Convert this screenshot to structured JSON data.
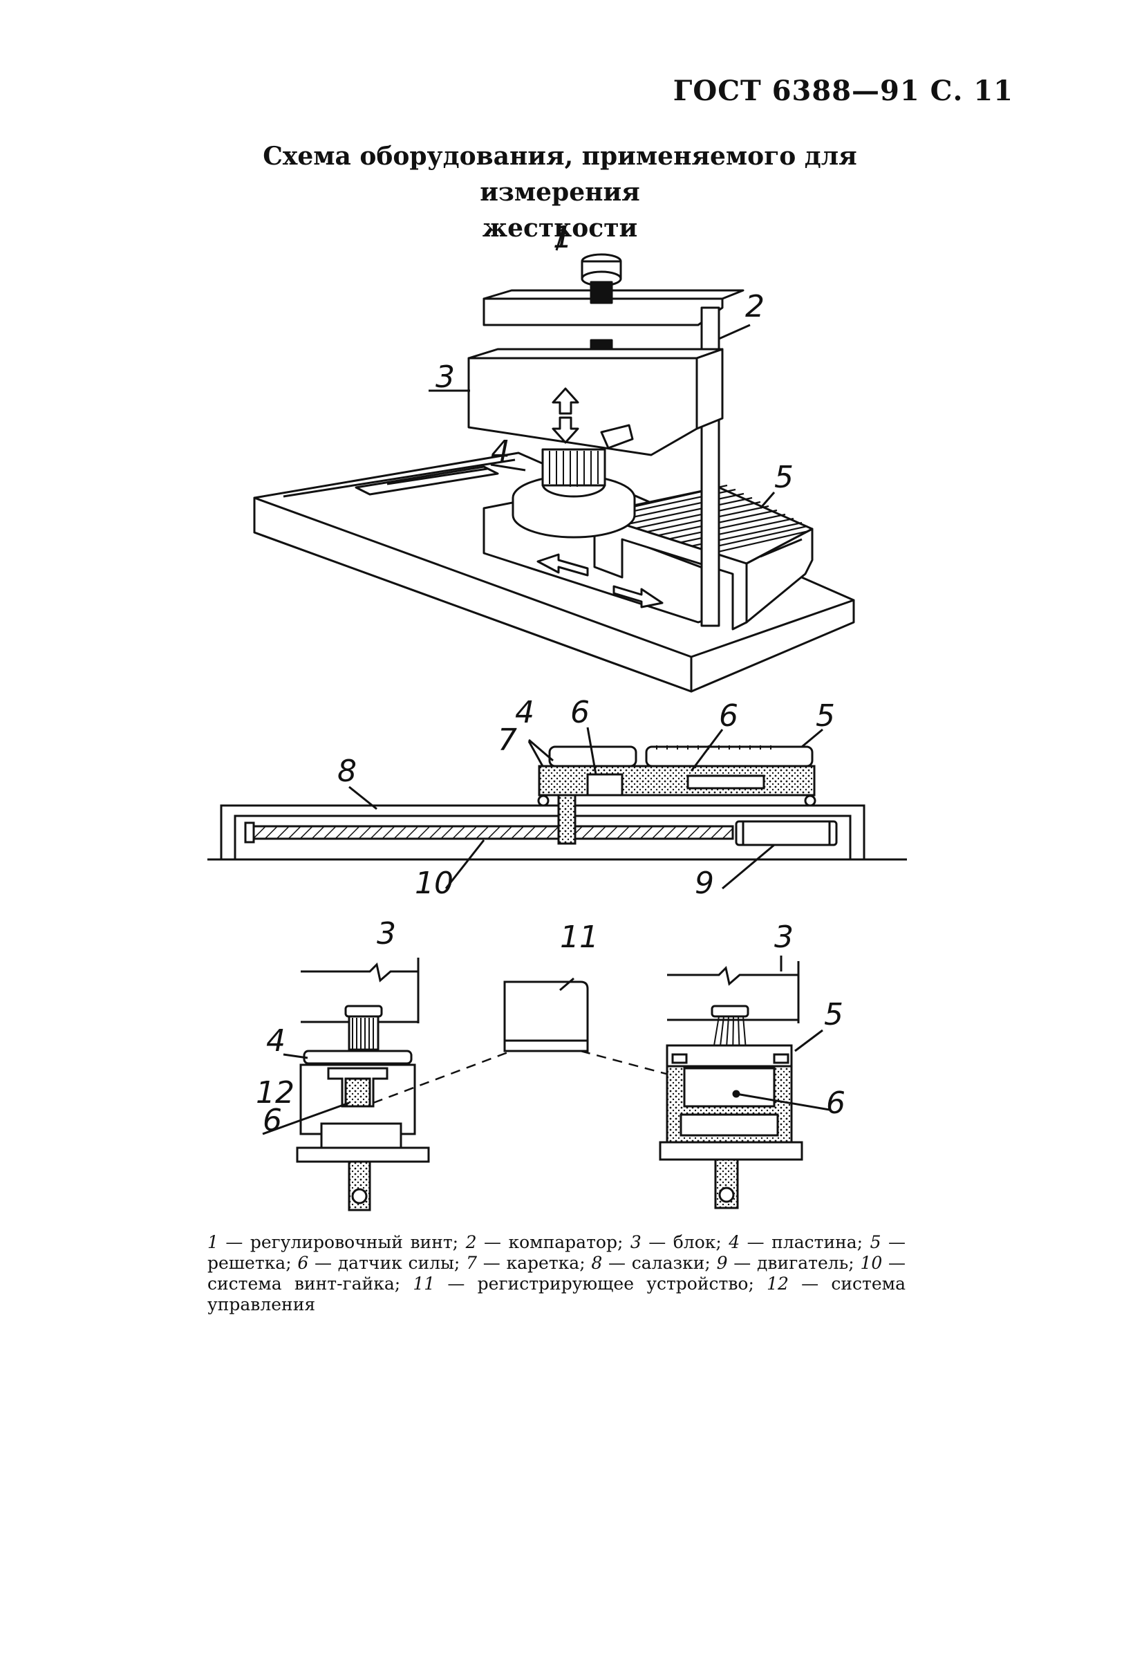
{
  "header": {
    "reference": "ГОСТ 6388—91 С. 11"
  },
  "figure": {
    "title_line1": "Схема оборудования, применяемого для измерения",
    "title_line2": "жесткости",
    "callouts": {
      "c1": "1",
      "c2": "2",
      "c3": "3",
      "c4": "4",
      "c5": "5",
      "c6": "6",
      "c7": "7",
      "c8": "8",
      "c9": "9",
      "c10": "10",
      "c11": "11",
      "c12": "12"
    }
  },
  "legend": [
    {
      "num": "1",
      "text": " — регулировочный винт; "
    },
    {
      "num": "2",
      "text": " — компаратор; "
    },
    {
      "num": "3",
      "text": " — блок; "
    },
    {
      "num": "4",
      "text": " — пластина; "
    },
    {
      "num": "5",
      "text": " — решетка; "
    },
    {
      "num": "6",
      "text": " — датчик силы; "
    },
    {
      "num": "7",
      "text": " — каретка; "
    },
    {
      "num": "8",
      "text": " — салазки; "
    },
    {
      "num": "9",
      "text": " — двигатель; "
    },
    {
      "num": "10",
      "text": " — система винт-гайка; "
    },
    {
      "num": "11",
      "text": " — регистрирующее устройство; "
    },
    {
      "num": "12",
      "text": " — система управления"
    }
  ]
}
